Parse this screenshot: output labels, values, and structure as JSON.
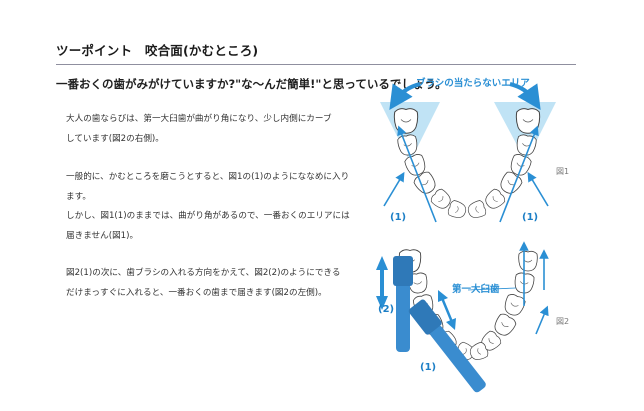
{
  "title": "ツーポイント　咬合面(かむところ)",
  "lead": "一番おくの歯がみがけていますか?\"な〜んだ簡単!\"と思っているでしょう。",
  "paragraphs": {
    "p1": [
      "大人の歯ならびは、第一大臼歯が曲がり角になり、少し内側にカーブ",
      "しています(図2の右側)。"
    ],
    "p2": [
      "一般的に、かむところを磨こうとすると、図1の(1)のようにななめに入り",
      "ます。",
      "しかし、図1(1)のままでは、曲がり角があるので、一番おくのエリアには",
      "届きません(図1)。"
    ],
    "p3": [
      "図2(1)の次に、歯ブラシの入れる方向をかえて、図2(2)のようにできる",
      "だけまっすぐに入れると、一番おくの歯まで届きます(図2の左側)。"
    ]
  },
  "figure1": {
    "label": "図1",
    "region_label": "ブラシの当たらないエリア",
    "arrow_label_left": "(1)",
    "arrow_label_right": "(1)"
  },
  "figure2": {
    "label": "図2",
    "molar_label": "第一大臼歯",
    "label_2": "(2)",
    "label_1": "(1)"
  },
  "colors": {
    "accent": "#2a8fd4",
    "brush": "#3a8ccf",
    "zone": "#b9e0f4",
    "rule": "#8f8f9f"
  }
}
